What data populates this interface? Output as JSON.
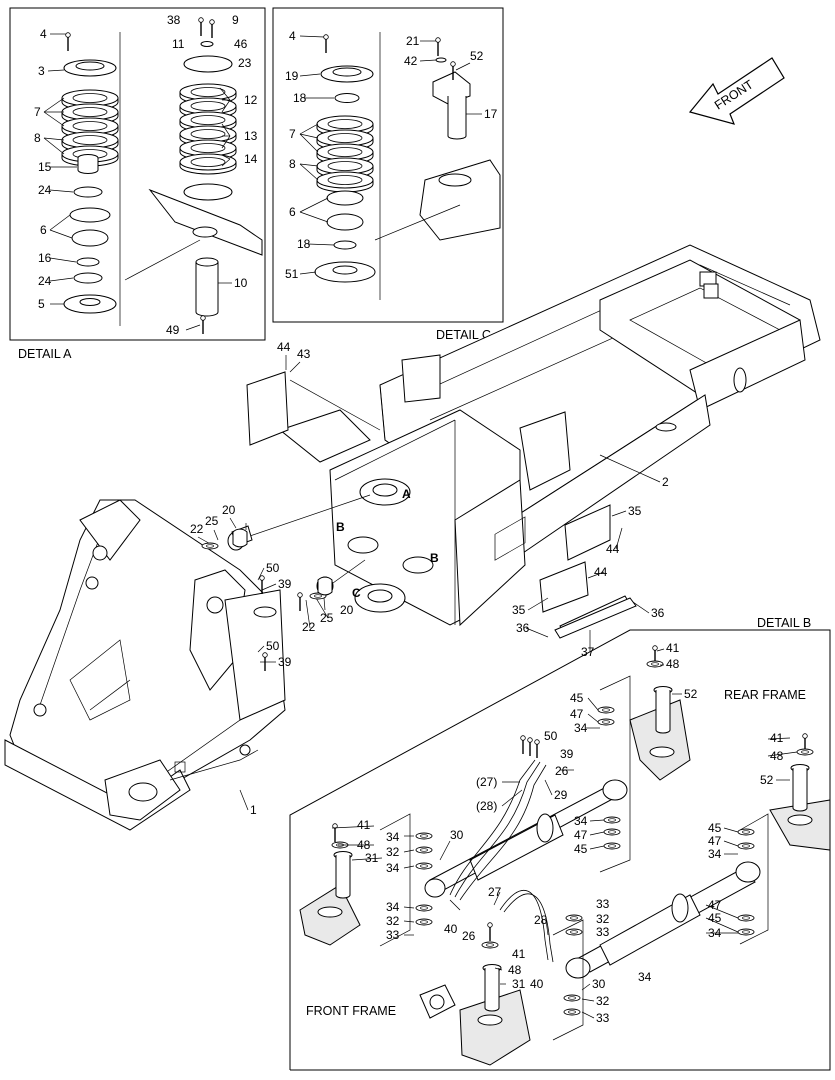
{
  "captions": {
    "detail_a": "DETAIL  A",
    "detail_b": "DETAIL  B",
    "detail_c": "DETAIL  C",
    "front": "FRONT",
    "rear_frame": "REAR FRAME",
    "front_frame": "FRONT FRAME"
  },
  "callouts": {
    "detail_a": [
      "4",
      "3",
      "7",
      "7",
      "7",
      "8",
      "8",
      "15",
      "24",
      "6",
      "6",
      "16",
      "24",
      "5",
      "38",
      "9",
      "11",
      "46",
      "23",
      "12",
      "12",
      "12",
      "13",
      "13",
      "13",
      "14",
      "14",
      "10",
      "49"
    ],
    "detail_c": [
      "4",
      "19",
      "18",
      "7",
      "7",
      "7",
      "8",
      "8",
      "6",
      "6",
      "18",
      "51",
      "21",
      "52",
      "42",
      "17"
    ],
    "main": [
      "44",
      "43",
      "2",
      "A",
      "20",
      "22",
      "25",
      "B",
      "B",
      "C",
      "20",
      "22",
      "25",
      "50",
      "39",
      "50",
      "39",
      "1",
      "35",
      "44",
      "44",
      "35",
      "36",
      "36",
      "37"
    ],
    "detail_b": [
      "41",
      "48",
      "52",
      "45",
      "47",
      "34",
      "50",
      "39",
      "26",
      "(27)",
      "(28)",
      "29",
      "34",
      "47",
      "45",
      "41",
      "48",
      "52",
      "45",
      "47",
      "34",
      "33",
      "32",
      "34",
      "41",
      "48",
      "31",
      "30",
      "34",
      "32",
      "33",
      "26",
      "40",
      "27",
      "28",
      "41",
      "48",
      "31",
      "40",
      "33",
      "32",
      "34",
      "30",
      "34",
      "47",
      "45",
      "34",
      "32",
      "33"
    ]
  },
  "icons": {
    "front_arrow": "arrow-left-icon"
  }
}
